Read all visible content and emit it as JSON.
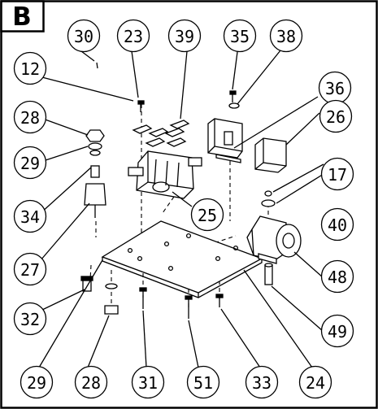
{
  "section_label": "B",
  "callouts": [
    "30",
    "23",
    "39",
    "35",
    "38",
    "12",
    "36",
    "28",
    "26",
    "29",
    "17",
    "34",
    "40",
    "25",
    "27",
    "48",
    "32",
    "49",
    "29",
    "28",
    "31",
    "51",
    "33",
    "24"
  ],
  "icons": {
    "base_plate": "base-plate-icon",
    "contactor": "contactor-icon",
    "relay": "relay-icon",
    "capacitor": "capacitor-icon",
    "motor": "motor-icon",
    "fuse_holder": "fuse-holder-icon"
  }
}
